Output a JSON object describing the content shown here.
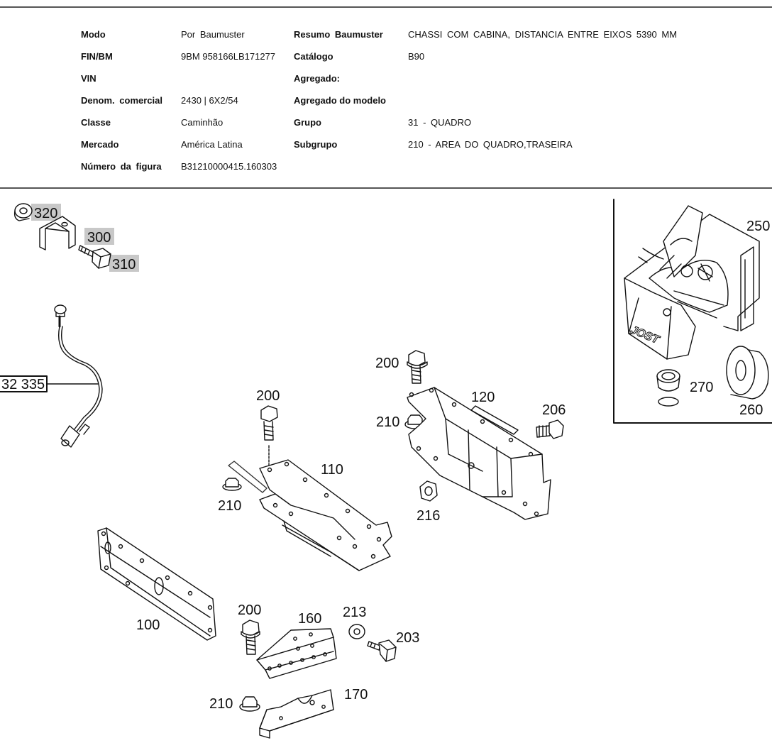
{
  "header": {
    "rows": [
      {
        "l1": "Modo",
        "v1": "Por Baumuster",
        "l2": "Resumo Baumuster",
        "v2": "CHASSI COM CABINA, DISTANCIA ENTRE EIXOS 5390 MM"
      },
      {
        "l1": "FIN/BM",
        "v1": "9BM 958166LB171277",
        "l2": "Catálogo",
        "v2": "B90"
      },
      {
        "l1": "VIN",
        "v1": "",
        "l2": "Agregado:",
        "v2": ""
      },
      {
        "l1": "Denom. comercial",
        "v1": "2430 | 6X2/54",
        "l2": "Agregado do modelo",
        "v2": ""
      },
      {
        "l1": "Classe",
        "v1": "Caminhão",
        "l2": "Grupo",
        "v2": "31 - QUADRO"
      },
      {
        "l1": "Mercado",
        "v1": "América Latina",
        "l2": "Subgrupo",
        "v2": "210 - AREA DO QUADRO,TRASEIRA"
      },
      {
        "l1": "Número da figura",
        "v1": "B31210000415.160303",
        "l2": "",
        "v2": ""
      }
    ]
  },
  "diagram": {
    "brand_mark": "JOST",
    "callouts": {
      "c320": "320",
      "c300": "300",
      "c310": "310",
      "c32335": "32 335",
      "c250": "250",
      "c270": "270",
      "c260": "260",
      "c200a": "200",
      "c200b": "200",
      "c200c": "200",
      "c120": "120",
      "c206": "206",
      "c210a": "210",
      "c210b": "210",
      "c210c": "210",
      "c110": "110",
      "c216": "216",
      "c100": "100",
      "c160": "160",
      "c213": "213",
      "c203": "203",
      "c170": "170"
    }
  }
}
